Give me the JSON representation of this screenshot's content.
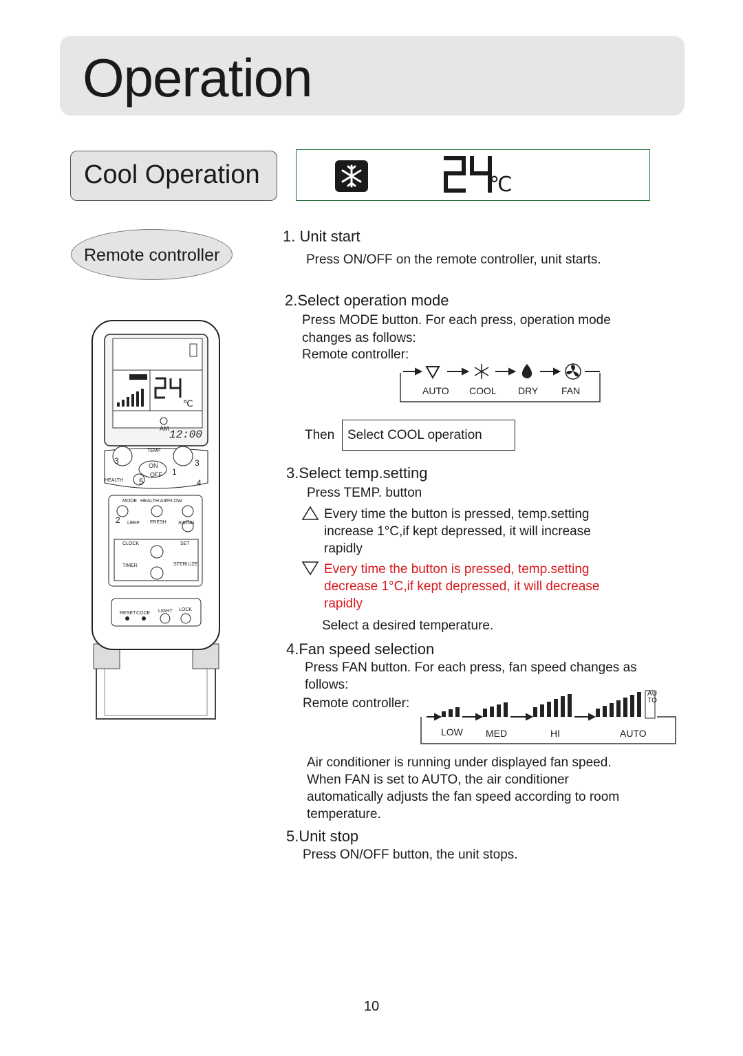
{
  "header": {
    "title": "Operation"
  },
  "section": {
    "title": "Cool Operation"
  },
  "display": {
    "mode_icon": "snowflake-icon",
    "temperature": "24",
    "unit": "℃"
  },
  "left_label": "Remote controller",
  "remote": {
    "display_time": "12:00",
    "display_ampm": "AM",
    "display_temp": "24",
    "display_unit": "℃",
    "labels": {
      "temp": "TEMP",
      "on": "ON",
      "off": "OFF",
      "health": "HEALTH",
      "mode": "MODE",
      "health_airflow": "HEALTH AIRFLOW",
      "sleep": "LEEP",
      "fresh": "FRESH",
      "swing": "SWING",
      "clock": "CLOCK",
      "set": "SET",
      "timer": "TIMER",
      "sterilize": "STERILIZE",
      "reset": "RESET",
      "code": "CODE",
      "light": "LIGHT",
      "lock": "LOCK"
    },
    "callouts": [
      "3",
      "3",
      "1",
      "5",
      "4",
      "2"
    ]
  },
  "steps": [
    {
      "heading": "1. Unit start",
      "lines": [
        "Press ON/OFF on the remote controller, unit starts."
      ]
    },
    {
      "heading": "2.Select operation mode",
      "lines": [
        "Press MODE button. For each press, operation mode",
        "changes as follows:",
        "Remote controller:"
      ],
      "mode_sequence": [
        "AUTO",
        "COOL",
        "DRY",
        "FAN"
      ],
      "then_label": "Then",
      "then_box": "Select COOL operation"
    },
    {
      "heading": "3.Select temp.setting",
      "lines": [
        "Press TEMP. button"
      ],
      "up_lines": [
        "Every time the button is pressed, temp.setting",
        "increase 1",
        "°C,if kept depressed, it will increase",
        "rapidly"
      ],
      "down_lines": [
        "Every time the button is pressed, temp.setting",
        "decrease 1",
        "°C,if kept depressed, it will decrease",
        "rapidly"
      ],
      "note": "Select a desired temperature."
    },
    {
      "heading": "4.Fan speed selection",
      "lines": [
        "Press FAN button. For each press, fan speed changes as",
        "follows:",
        "Remote controller:"
      ],
      "fan_sequence": [
        "LOW",
        "MED",
        "HI",
        "AUTO"
      ],
      "auto_vertical": "AUTO",
      "after": [
        "Air conditioner is running under displayed fan speed.",
        "When FAN is set to AUTO, the air conditioner",
        "automatically adjusts the fan speed according to room",
        "temperature."
      ]
    },
    {
      "heading": "5.Unit stop",
      "lines": [
        "Press ON/OFF button, the unit stops."
      ]
    }
  ],
  "page_number": "10",
  "colors": {
    "banner": "#e6e6e6",
    "display_border": "#1e6b2f",
    "warning_red": "#d8161b"
  }
}
